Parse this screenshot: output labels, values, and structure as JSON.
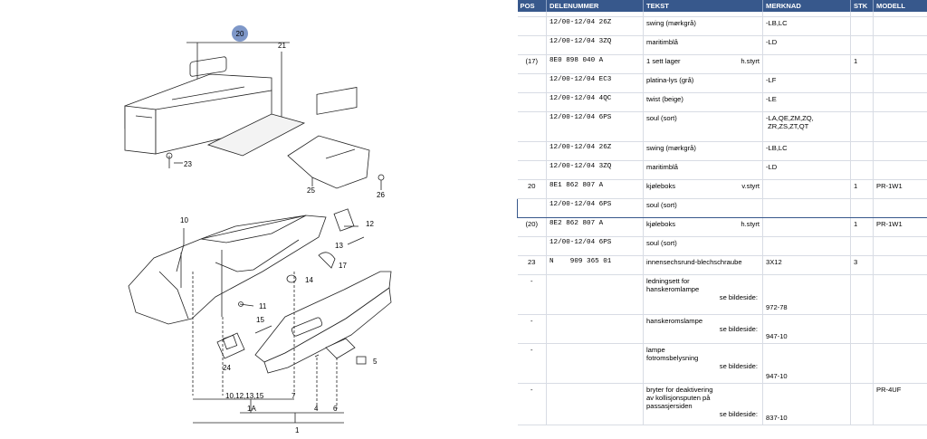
{
  "diagram": {
    "callout_badge": "20",
    "labels": {
      "l21": "21",
      "l23": "23",
      "l25": "25",
      "l26": "26",
      "l10": "10",
      "l12": "12",
      "l13": "13",
      "l17": "17",
      "l14": "14",
      "l11": "11",
      "l15": "15",
      "l24": "24",
      "l5": "5",
      "lgroup": "10,12,13,15",
      "l7": "7",
      "l1a": "1A",
      "l4": "4",
      "l6": "6",
      "l1": "1"
    }
  },
  "table": {
    "headers": [
      "POS",
      "DELENUMMER",
      "TEKST",
      "MERKNAD",
      "STK",
      "MODELL"
    ],
    "rows": [
      {
        "pos": "",
        "part": "",
        "text": "",
        "steering": "",
        "ref": "",
        "note": "",
        "qty": "",
        "model": ""
      },
      {
        "pos": "",
        "part": "12/00-12/04 26Z",
        "text": "swing (mørkgrå)",
        "steering": "",
        "ref": "",
        "note": "-LB,LC",
        "qty": "",
        "model": ""
      },
      {
        "pos": "",
        "part": "12/00-12/04 3ZQ",
        "text": "maritimblå",
        "steering": "",
        "ref": "",
        "note": "-LD",
        "qty": "",
        "model": ""
      },
      {
        "pos": "(17)",
        "part": "8E0 898 040 A",
        "text": "1 sett lager",
        "steering": "h.styrt",
        "ref": "",
        "note": "",
        "qty": "1",
        "model": ""
      },
      {
        "pos": "",
        "part": "12/00-12/04 EC3",
        "text": "platina-lys (grå)",
        "steering": "",
        "ref": "",
        "note": "-LF",
        "qty": "",
        "model": ""
      },
      {
        "pos": "",
        "part": "12/00-12/04 4QC",
        "text": "twist (beige)",
        "steering": "",
        "ref": "",
        "note": "-LE",
        "qty": "",
        "model": ""
      },
      {
        "pos": "",
        "part": "12/00-12/04 6PS",
        "text": "soul (sort)",
        "steering": "",
        "ref": "",
        "note": "-LA,QE,ZM,ZQ,\n ZR,ZS,ZT,QT",
        "qty": "",
        "model": ""
      },
      {
        "pos": "",
        "part": "12/00-12/04 26Z",
        "text": "swing (mørkgrå)",
        "steering": "",
        "ref": "",
        "note": "-LB,LC",
        "qty": "",
        "model": ""
      },
      {
        "pos": "",
        "part": "12/00-12/04 3ZQ",
        "text": "maritimblå",
        "steering": "",
        "ref": "",
        "note": "-LD",
        "qty": "",
        "model": ""
      },
      {
        "pos": "20",
        "part": "8E1 862 807 A",
        "text": "kjøleboks",
        "steering": "v.styrt",
        "ref": "",
        "note": "",
        "qty": "1",
        "model": "PR-1W1"
      },
      {
        "pos": "",
        "part": "12/00-12/04 6PS",
        "text": "soul (sort)",
        "steering": "",
        "ref": "",
        "note": "",
        "qty": "",
        "model": "",
        "selected": true
      },
      {
        "pos": "(20)",
        "part": "8E2 862 807 A",
        "text": "kjøleboks",
        "steering": "h.styrt",
        "ref": "",
        "note": "",
        "qty": "1",
        "model": "PR-1W1"
      },
      {
        "pos": "",
        "part": "12/00-12/04 6PS",
        "text": "soul (sort)",
        "steering": "",
        "ref": "",
        "note": "",
        "qty": "",
        "model": ""
      },
      {
        "pos": "23",
        "part": "N    909 365 01",
        "text": "innensechsrund-blechschraube",
        "steering": "",
        "ref": "",
        "note": "3X12",
        "qty": "3",
        "model": ""
      },
      {
        "pos": "-",
        "part": "",
        "text": "ledningsett for\nhanskeromlampe",
        "steering": "",
        "ref": "se bildeside:",
        "note": "972-78",
        "qty": "",
        "model": ""
      },
      {
        "pos": "-",
        "part": "",
        "text": "hanskeromslampe",
        "steering": "",
        "ref": "se bildeside:",
        "note": "947-10",
        "qty": "",
        "model": ""
      },
      {
        "pos": "-",
        "part": "",
        "text": "lampe\nfotromsbelysning",
        "steering": "",
        "ref": "se bildeside:",
        "note": "947-10",
        "qty": "",
        "model": ""
      },
      {
        "pos": "-",
        "part": "",
        "text": "bryter for deaktivering\nav kollisjonsputen på\npassasjersiden",
        "steering": "",
        "ref": "se bildeside:",
        "note": "837-10",
        "qty": "",
        "model": "PR-4UF"
      }
    ]
  }
}
